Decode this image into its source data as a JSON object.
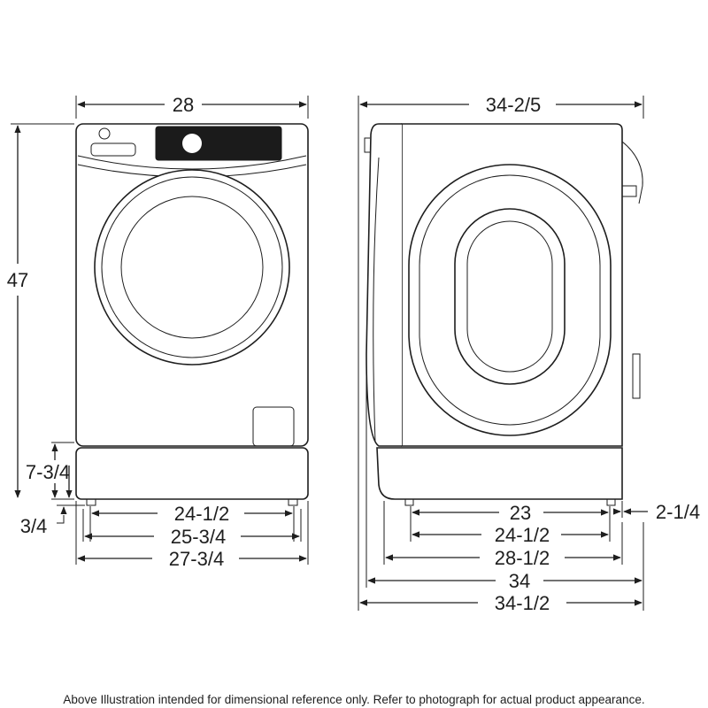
{
  "front_view": {
    "width_top": "28",
    "height": "47",
    "pedestal_height": "7-3/4",
    "leg_height": "3/4",
    "feet_span_inner": "24-1/2",
    "feet_span_outer": "25-3/4",
    "base_width": "27-3/4"
  },
  "side_view": {
    "depth_top": "34-2/5",
    "feet_span_inner": "23",
    "rear_offset": "2-1/4",
    "feet_span_outer": "24-1/2",
    "base_depth": "28-1/2",
    "depth_body": "34",
    "depth_overall": "34-1/2"
  },
  "footer": {
    "disclaimer": "Above Illustration intended for dimensional reference only. Refer to photograph for actual product appearance."
  }
}
